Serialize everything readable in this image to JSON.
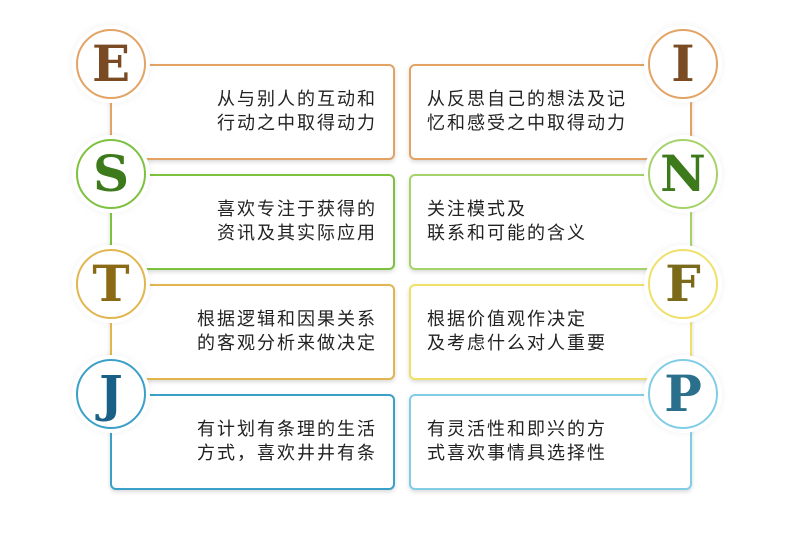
{
  "pairs": [
    {
      "left": {
        "letter": "E",
        "text": "从与别人的互动和\n行动之中取得动力",
        "color": "#e3a364",
        "letter_color": "#7a4a22"
      },
      "right": {
        "letter": "I",
        "text": "从反思自己的想法及记\n忆和感受之中取得动力",
        "color": "#e3a364",
        "letter_color": "#7a4a22"
      }
    },
    {
      "left": {
        "letter": "S",
        "text": "喜欢专注于获得的\n资讯及其实际应用",
        "color": "#7cc23f",
        "letter_color": "#3d7a1b"
      },
      "right": {
        "letter": "N",
        "text": "关注模式及\n联系和可能的含义",
        "color": "#a6d26a",
        "letter_color": "#3d7a1b"
      }
    },
    {
      "left": {
        "letter": "T",
        "text": "根据逻辑和因果关系\n的客观分析来做决定",
        "color": "#e2b64e",
        "letter_color": "#8a6a14"
      },
      "right": {
        "letter": "F",
        "text": "根据价值观作决定\n及考虑什么对人重要",
        "color": "#efe06a",
        "letter_color": "#7a6a1a"
      }
    },
    {
      "left": {
        "letter": "J",
        "text": "有计划有条理的生活\n方式，喜欢井井有条",
        "color": "#3aa0c8",
        "letter_color": "#1a5f86"
      },
      "right": {
        "letter": "P",
        "text": "有灵活性和即兴的方\n式喜欢事情具选择性",
        "color": "#82cde6",
        "letter_color": "#2a6f8c"
      }
    }
  ]
}
